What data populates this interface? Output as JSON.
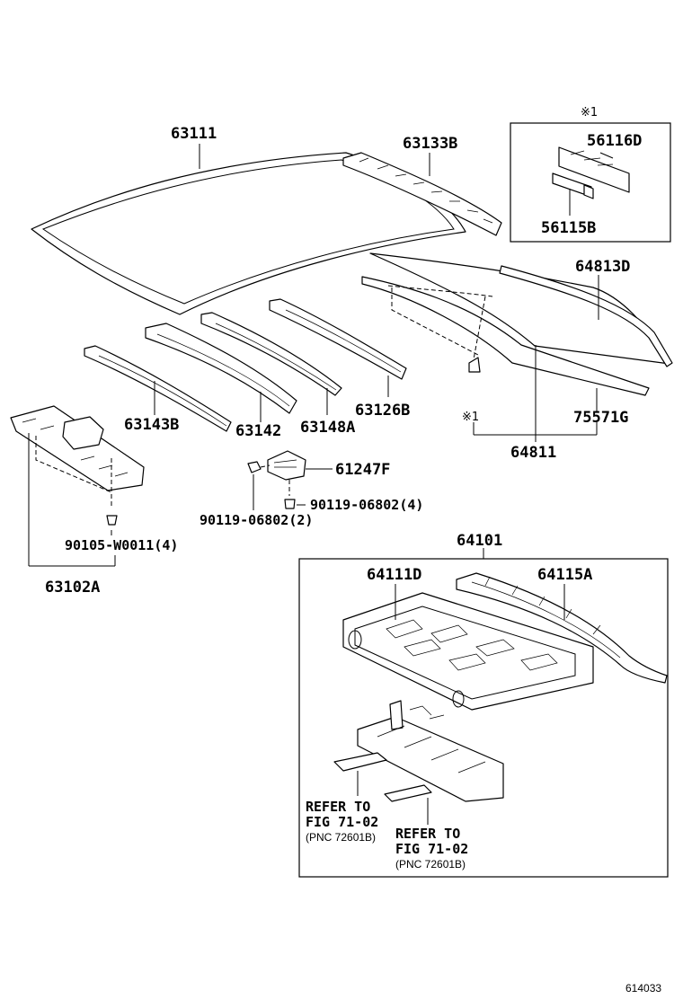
{
  "labels": {
    "p63111": "63111",
    "p63133B": "63133B",
    "p56116D": "56116D",
    "p56115B": "56115B",
    "p64813D": "64813D",
    "p63143B": "63143B",
    "p63142": "63142",
    "p63148A": "63148A",
    "p63126B": "63126B",
    "p75571G": "75571G",
    "p64811": "64811",
    "p61247F": "61247F",
    "p90119_4": "90119-06802(4)",
    "p90119_2": "90119-06802(2)",
    "p90105": "90105-W0011(4)",
    "p63102A": "63102A",
    "p64101": "64101",
    "p64111D": "64111D",
    "p64115A": "64115A"
  },
  "marks": {
    "note1_top": "※1",
    "note1_glass": "※1"
  },
  "refers": [
    {
      "line1": "REFER TO",
      "line2": "FIG 71-02",
      "pnc": "(PNC 72601B)"
    },
    {
      "line1": "REFER TO",
      "line2": "FIG 71-02",
      "pnc": "(PNC 72601B)"
    }
  ],
  "figure_id": "614033"
}
